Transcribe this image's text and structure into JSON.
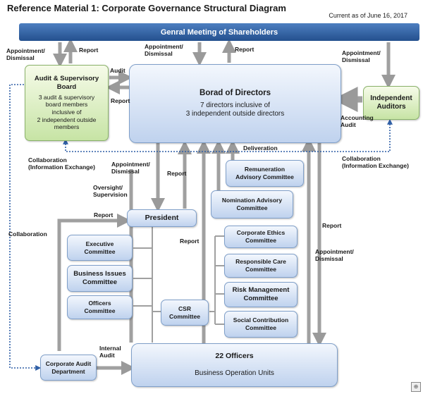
{
  "title": "Reference Material 1: Corporate Governance Structural Diagram",
  "as_of": "Current as of June 16, 2017",
  "nodes": {
    "general_meeting": "Genral Meeting of Shareholders",
    "audit_board": {
      "name_line1": "Audit & Supervisory",
      "name_line2": "Board",
      "desc_line1": "3 audit & supervisory",
      "desc_line2": "board members",
      "desc_line3": "inclusive of",
      "desc_line4": "2 independent outside",
      "desc_line5": "members"
    },
    "board": {
      "name": "Borad of Directors",
      "desc_line1": "7 directors inclusive of",
      "desc_line2": "3 independent outside directors"
    },
    "independent_auditors": {
      "line1": "Independent",
      "line2": "Auditors"
    },
    "remuneration": {
      "line1": "Remuneration",
      "line2": "Advisory Committee"
    },
    "nomination": {
      "line1": "Nomination Advisory",
      "line2": "Committee"
    },
    "president": "President",
    "executive": {
      "line1": "Executive",
      "line2": "Committee"
    },
    "business_issues": {
      "line1": "Business Issues",
      "line2": "Committee"
    },
    "officers_committee": {
      "line1": "Officers",
      "line2": "Committee"
    },
    "csr": {
      "line1": "CSR",
      "line2": "Committee"
    },
    "ethics": {
      "line1": "Corporate Ethics",
      "line2": "Committee"
    },
    "responsible_care": {
      "line1": "Responsible Care",
      "line2": "Committee"
    },
    "risk": {
      "line1": "Risk Management",
      "line2": "Committee"
    },
    "social": {
      "line1": "Social Contribution",
      "line2": "Committee"
    },
    "officers22": {
      "line1": "22 Officers",
      "line2": "Business Operation Units"
    },
    "corporate_audit": {
      "line1": "Corporate Audit",
      "line2": "Department"
    }
  },
  "labels": {
    "appt_left": [
      "Appointment/",
      "Dismissal"
    ],
    "report_left": "Report",
    "appt_center": [
      "Appointment/",
      "Dismissal"
    ],
    "report_center": "Report",
    "appt_right": [
      "Appointment/",
      "Dismissal"
    ],
    "audit": "Audit",
    "report_audit": "Report",
    "accounting_audit": [
      "Accounting",
      "Audit"
    ],
    "collab_left": [
      "Collaboration",
      "(Information Exchange)"
    ],
    "collab_right": [
      "Collaboration",
      "(Information Exchange)"
    ],
    "deliveration": "Deliveration",
    "appt_president": [
      "Appointment/",
      "Dismissal"
    ],
    "report_president": "Report",
    "oversight": [
      "Oversight/",
      "Supervision"
    ],
    "report_to_president": "Report",
    "collaboration": "Collaboration",
    "report_committees": "Report",
    "report_right": "Report",
    "appt_officers": [
      "Appointment/",
      "Dismissal"
    ],
    "internal_audit": [
      "Internal",
      "Audit"
    ]
  }
}
